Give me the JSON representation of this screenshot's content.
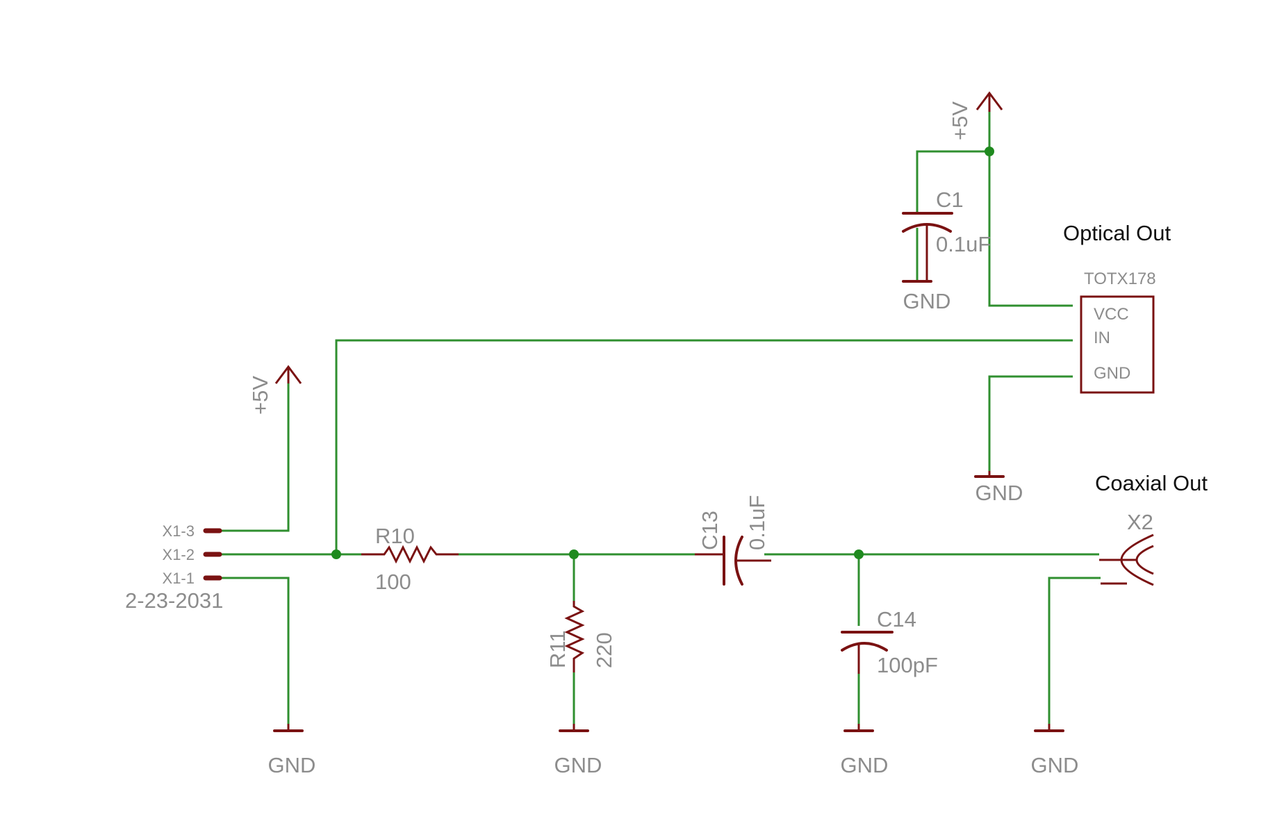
{
  "titles": {
    "optical": "Optical Out",
    "coaxial": "Coaxial Out"
  },
  "connector_x1": {
    "pin3": "X1-3",
    "pin2": "X1-2",
    "pin1": "X1-1",
    "part_number": "2-23-2031"
  },
  "power": {
    "left_supply": "+5V",
    "right_supply": "+5V"
  },
  "components": {
    "r10": {
      "name": "R10",
      "value": "100"
    },
    "r11": {
      "name": "R11",
      "value": "220"
    },
    "c13": {
      "name": "C13",
      "value": "0.1uF"
    },
    "c14": {
      "name": "C14",
      "value": "100pF"
    },
    "c1": {
      "name": "C1",
      "value": "0.1uF"
    },
    "totx": {
      "name": "TOTX178",
      "pin_vcc": "VCC",
      "pin_in": "IN",
      "pin_gnd": "GND"
    },
    "x2": {
      "name": "X2"
    }
  },
  "grounds": {
    "g1": "GND",
    "g2": "GND",
    "g3": "GND",
    "g4": "GND",
    "g5": "GND",
    "g6": "GND"
  },
  "colors": {
    "wire": "#2f8f2f",
    "part": "#7a1212",
    "label": "#8c8c8c",
    "title": "#111111"
  }
}
